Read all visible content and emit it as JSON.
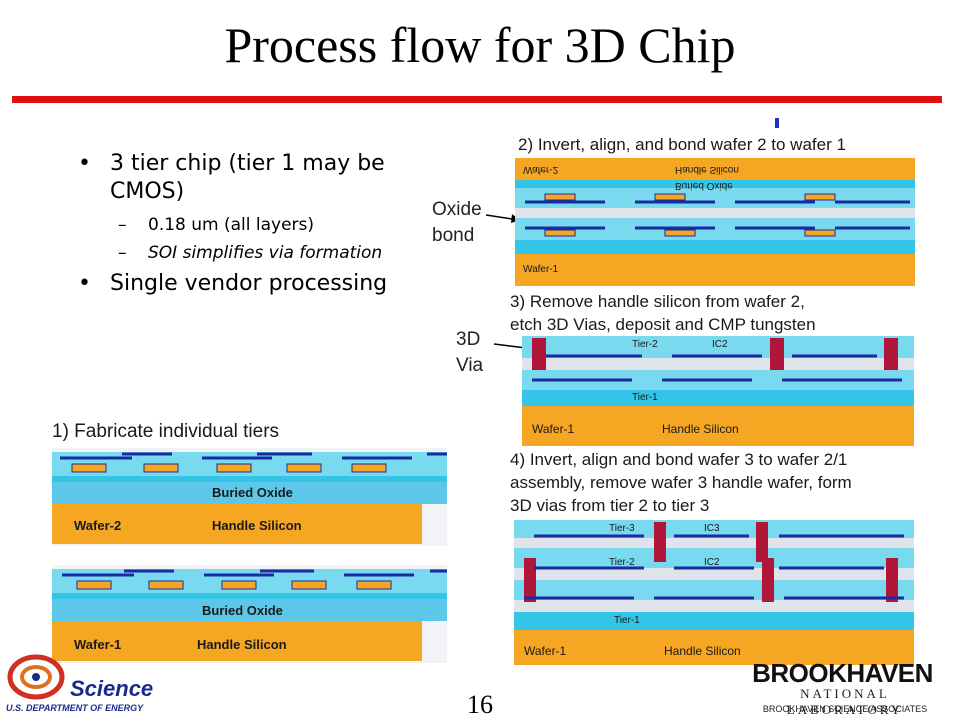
{
  "slide": {
    "title": "Process flow for 3D Chip",
    "page_number": "16"
  },
  "bullets": [
    {
      "text": "3 tier chip (tier 1 may be CMOS)"
    },
    {
      "text": "0.18 um (all layers)",
      "level": 2
    },
    {
      "text": "SOI simplifies via formation",
      "level": 2
    },
    {
      "text": "Single vendor processing"
    }
  ],
  "steps": {
    "step1": "1) Fabricate individual tiers",
    "step2": "2) Invert, align, and bond wafer 2 to wafer 1",
    "step3_line1": "3) Remove handle silicon from wafer 2,",
    "step3_line2": "etch 3D Vias, deposit and CMP tungsten",
    "step4_line1": "4) Invert, align and bond wafer 3 to wafer 2/1",
    "step4_line2": "assembly, remove wafer 3 handle wafer, form",
    "step4_line3": "3D vias from tier 2 to tier 3"
  },
  "side_labels": {
    "oxide_line1": "Oxide",
    "oxide_line2": "bond",
    "via_line1": "3D",
    "via_line2": "Via"
  },
  "diagram_labels": {
    "buried_oxide": "Buried Oxide",
    "handle_silicon": "Handle Silicon",
    "wafer1": "Wafer-1",
    "wafer2": "Wafer-2",
    "tier1": "Tier-1",
    "tier2": "Tier-2",
    "tier3": "Tier-3",
    "ic2": "IC2",
    "ic3": "IC3"
  },
  "logos": {
    "bnl_name": "BROOKHAVEN",
    "bnl_sub": "NATIONAL LABORATORY",
    "bnl_assoc": "BROOKHAVEN SCIENCE ASSOCIATES",
    "doe_word": "Science",
    "doe_sub": "U.S. DEPARTMENT OF ENERGY"
  },
  "colors": {
    "accent_rule": "#e01010",
    "silicon": "#f5a623",
    "oxide": "#33c4e8",
    "metal": "#1a2aa0",
    "via": "#b0163a"
  }
}
